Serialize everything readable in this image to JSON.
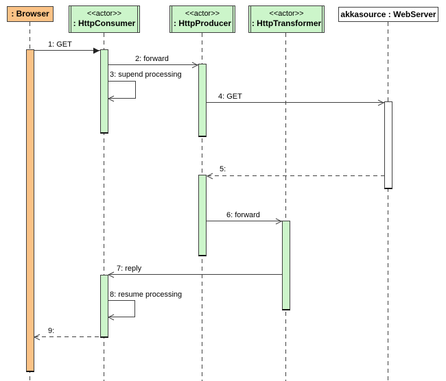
{
  "diagram_type": "uml-sequence-diagram",
  "participants": [
    {
      "id": "browser",
      "name": ": Browser",
      "stereotype": "",
      "fill": "#fbc286"
    },
    {
      "id": "consumer",
      "name": ": HttpConsumer",
      "stereotype": "<<actor>>",
      "fill": "#ccf5ca"
    },
    {
      "id": "producer",
      "name": ": HttpProducer",
      "stereotype": "<<actor>>",
      "fill": "#ccf5ca"
    },
    {
      "id": "transformer",
      "name": ": HttpTransformer",
      "stereotype": "<<actor>>",
      "fill": "#ccf5ca"
    },
    {
      "id": "webserver",
      "name": "akkasource : WebServer",
      "stereotype": "",
      "fill": "#ffffff"
    }
  ],
  "messages": [
    {
      "label": "1: GET",
      "from": "browser",
      "to": "consumer",
      "line": "solid",
      "arrow": "filled"
    },
    {
      "label": "2: forward",
      "from": "consumer",
      "to": "producer",
      "line": "solid",
      "arrow": "open"
    },
    {
      "label": "3: supend processing",
      "from": "consumer",
      "to": "consumer",
      "line": "self",
      "arrow": "open"
    },
    {
      "label": "4: GET",
      "from": "producer",
      "to": "webserver",
      "line": "solid",
      "arrow": "open"
    },
    {
      "label": "5:",
      "from": "webserver",
      "to": "producer",
      "line": "dashed",
      "arrow": "open"
    },
    {
      "label": "6: forward",
      "from": "producer",
      "to": "transformer",
      "line": "solid",
      "arrow": "open"
    },
    {
      "label": "7: reply",
      "from": "transformer",
      "to": "consumer",
      "line": "solid",
      "arrow": "open"
    },
    {
      "label": "8: resume processing",
      "from": "consumer",
      "to": "consumer",
      "line": "self",
      "arrow": "open"
    },
    {
      "label": "9:",
      "from": "consumer",
      "to": "browser",
      "line": "dashed",
      "arrow": "open"
    }
  ],
  "colors": {
    "background": "#ffffff",
    "line": "#3f3f3f",
    "text": "#000000",
    "browser_fill": "#fbc286",
    "actor_fill": "#ccf5ca",
    "webserver_fill": "#ffffff"
  }
}
